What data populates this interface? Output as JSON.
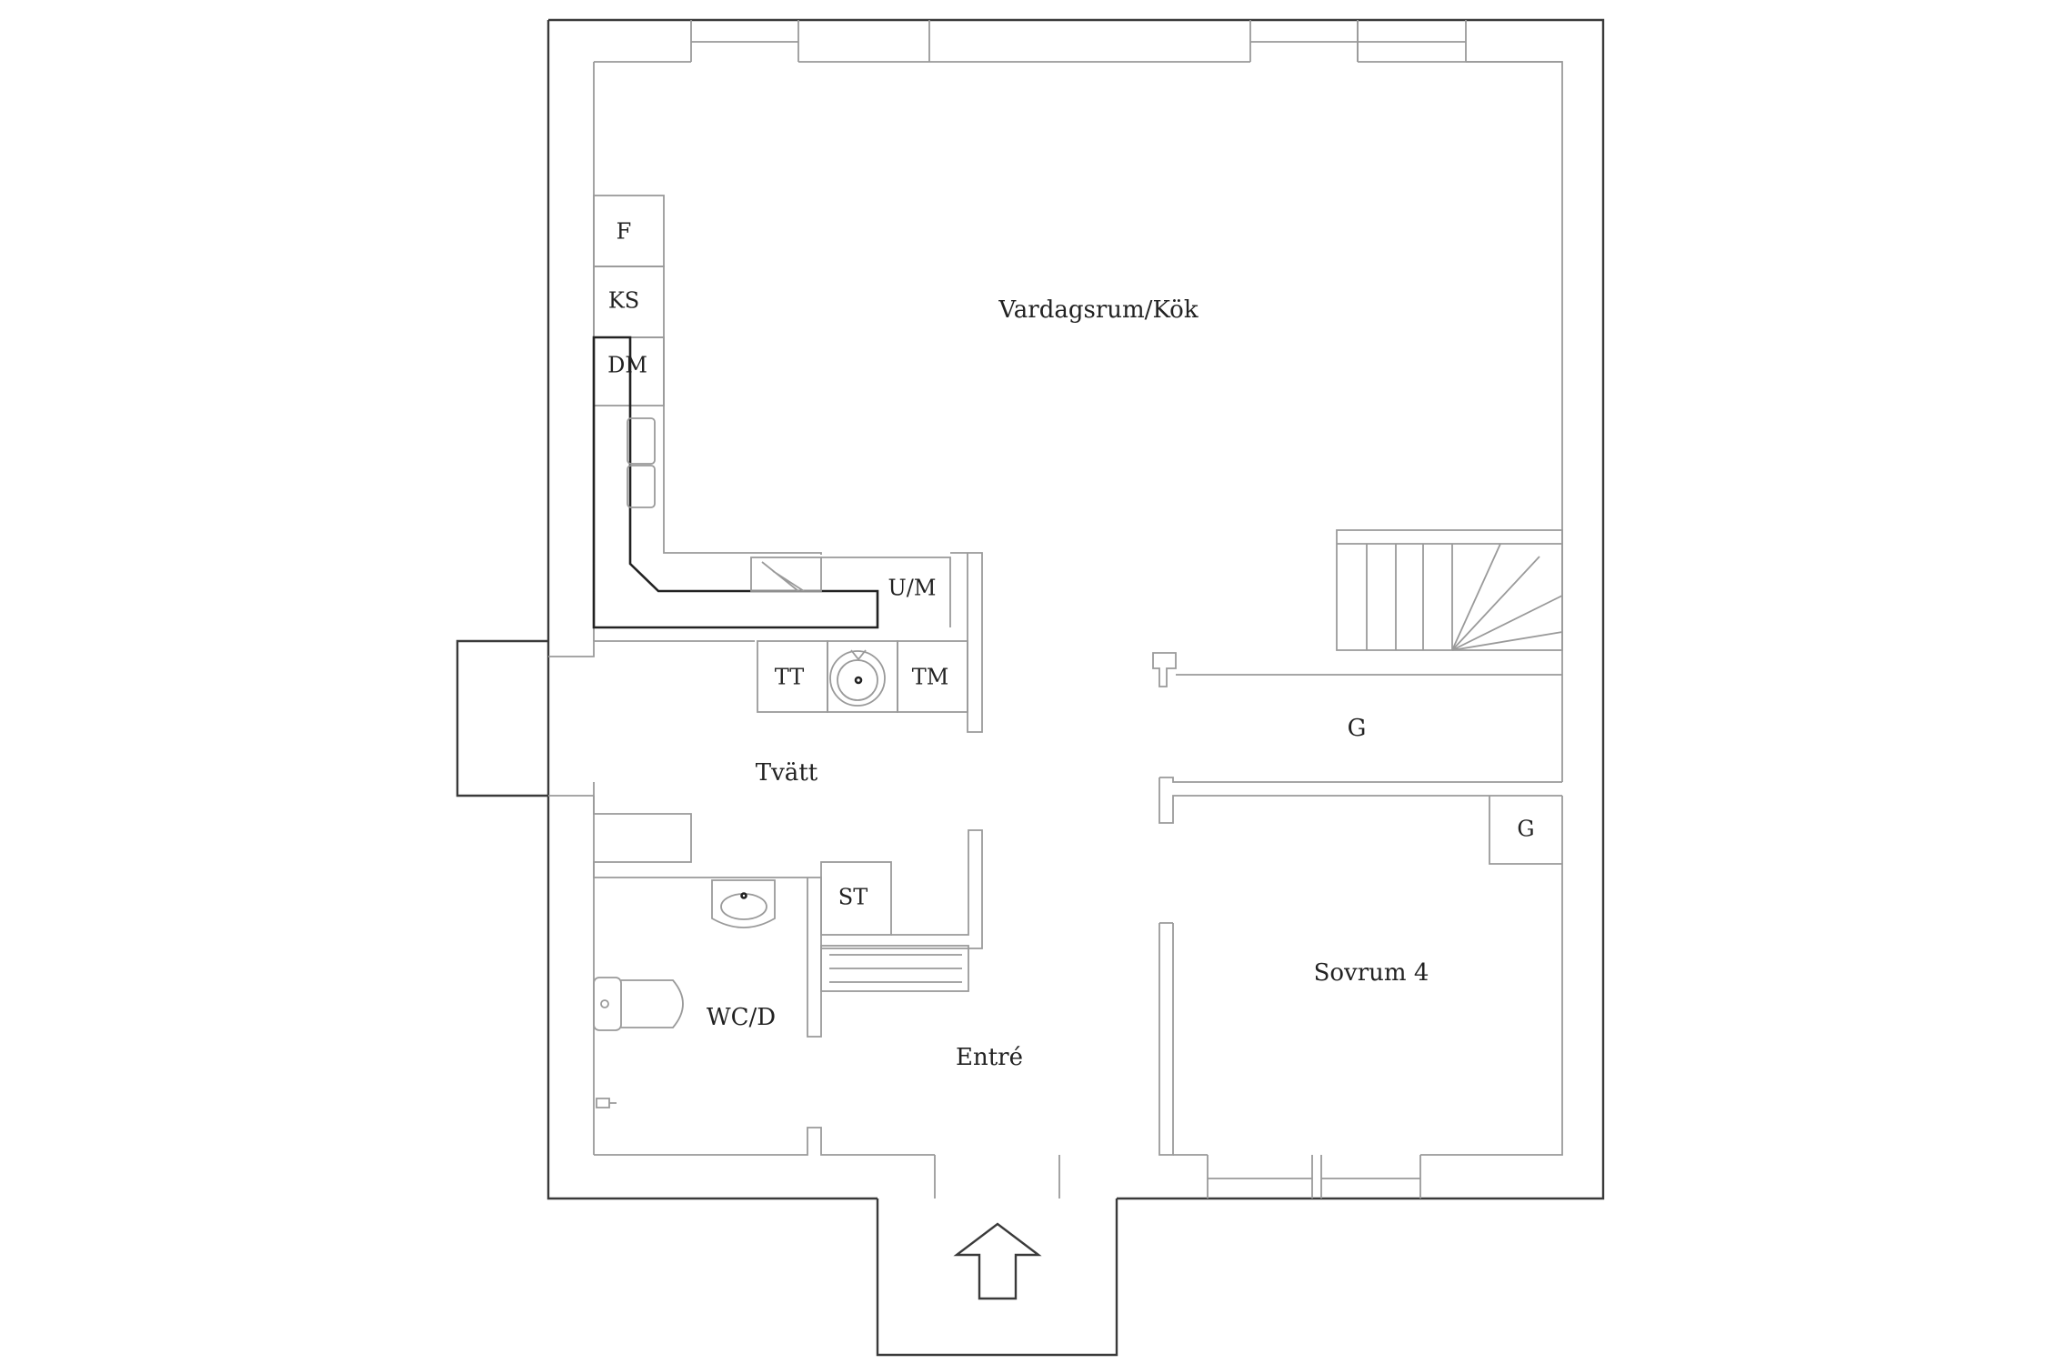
{
  "rooms": {
    "living_kitchen": "Vardagsrum/Kök",
    "laundry": "Tvätt",
    "wc": "WC/D",
    "entrance": "Entré",
    "bedroom": "Sovrum 4",
    "storage_hall": "G"
  },
  "fixtures": {
    "fridge": "F",
    "freezer": "KS",
    "dishwasher": "DM",
    "oven_micro": "U/M",
    "dryer": "TT",
    "washer": "TM",
    "cabinet": "ST",
    "bedroom_closet": "G"
  },
  "colors": {
    "line": "#3a3a3a",
    "line_light": "#9a9a9a",
    "background": "#ffffff"
  }
}
